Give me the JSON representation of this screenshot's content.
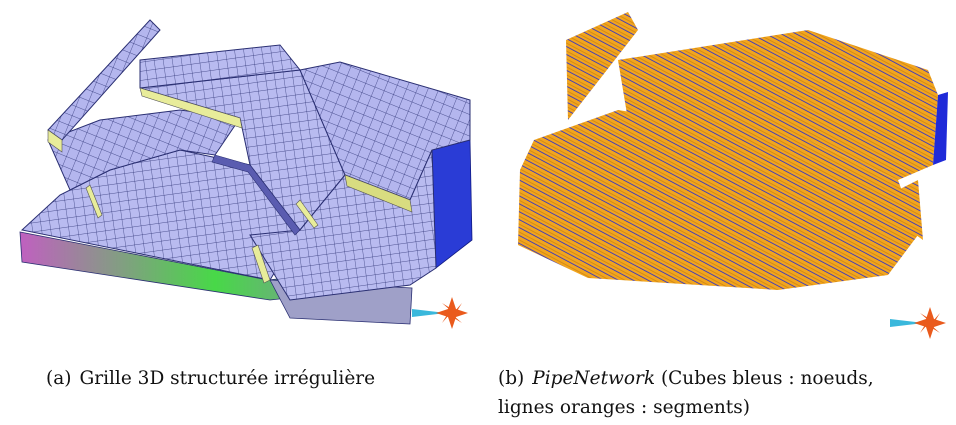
{
  "figure_a": {
    "label": "(a)",
    "caption": "Grille 3D structurée irrégulière"
  },
  "figure_b": {
    "label": "(b)",
    "caption_italic": "PipeNetwork",
    "caption_line1_rest": "(Cubes bleus : noeuds,",
    "caption_line2": "lignes oranges : segments)"
  },
  "colors": {
    "grid_fill": "#b9bbf0",
    "grid_line": "#2a2f72",
    "fault_face": "#e8ec9a",
    "side_green": "#48d848",
    "side_magenta": "#c060c0",
    "pipe_orange": "#f2a51e",
    "node_blue": "#1f2ad8",
    "compass_orange": "#ea5a1c",
    "compass_cyan": "#3ab8dc"
  },
  "icons": [
    "compass-icon",
    "compass-icon"
  ]
}
